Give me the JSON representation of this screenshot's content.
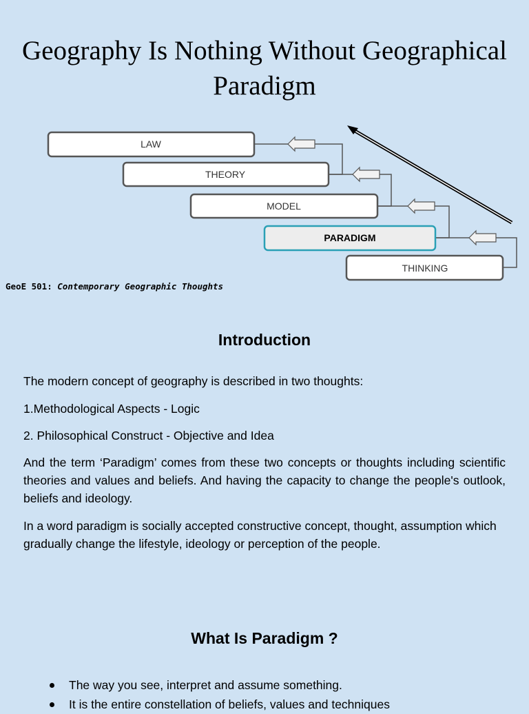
{
  "title": "Geography Is Nothing Without Geographical Paradigm",
  "diagram": {
    "boxes": [
      "LAW",
      "THEORY",
      "MODEL",
      "PARADIGM",
      "THINKING"
    ]
  },
  "course": {
    "code": "GeoE 501:",
    "name": "Contemporary Geographic Thoughts"
  },
  "intro": {
    "heading": "Introduction",
    "lead": "The modern concept of geography is described in two thoughts:",
    "point1": "1.Methodological Aspects - Logic",
    "point2": "2. Philosophical Construct - Objective and Idea",
    "para1": "And the term ‘Paradigm’ comes from these two concepts or thoughts including scientific theories and values and beliefs. And having the capacity to change the people's outlook, beliefs and ideology.",
    "para2": "In a word paradigm is socially accepted constructive concept, thought, assumption which gradually change the lifestyle, ideology or perception of the people."
  },
  "what": {
    "heading": "What Is Paradigm ?",
    "bullets": [
      "The way you see, interpret and assume something.",
      "It is the entire constellation of beliefs, values and techniques"
    ]
  }
}
